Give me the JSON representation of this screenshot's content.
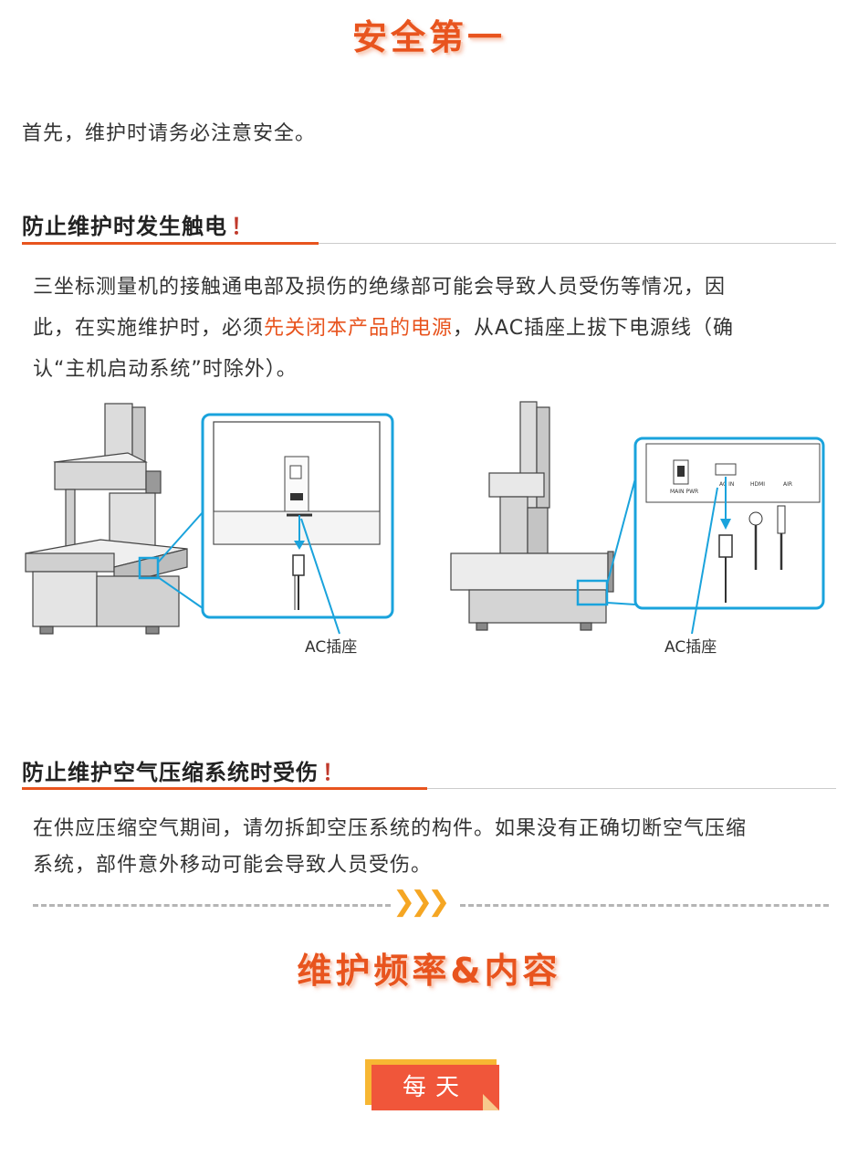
{
  "titles": {
    "safety_first": "安全第一",
    "maintenance": "维护频率&内容"
  },
  "intro": "首先，维护时请务必注意安全。",
  "section1": {
    "heading": "防止维护时发生触电",
    "bang": "！",
    "line1": "三坐标测量机的接触通电部及损伤的绝缘部可能会导致人员受伤等情况，因",
    "line2_pre": "此，在实施维护时，必须",
    "line2_highlight": "先关闭本产品的电源",
    "line2_post": "，从AC插座上拔下电源线（确",
    "line3": "认“主机启动系统”时除外）。"
  },
  "figures": {
    "left_caption": "AC插座",
    "right_caption": "AC插座",
    "panel_labels": {
      "main_pwr": "MAIN PWR",
      "ac_in": "AC IN",
      "hdmi": "HDMI",
      "air": "AIR"
    }
  },
  "section2": {
    "heading": "防止维护空气压缩系统时受伤",
    "bang": "！",
    "line1": "在供应压缩空气期间，请勿拆卸空压系统的构件。如果没有正确切断空气压缩",
    "line2": "系统，部件意外移动可能会导致人员受伤。"
  },
  "divider": {
    "chevrons": "❯❯❯"
  },
  "tag": {
    "label": "每天"
  },
  "colors": {
    "accent": "#e8541e",
    "cyan": "#1aa3dc",
    "tag": "#f0563a",
    "tag_back": "#f7b733"
  }
}
